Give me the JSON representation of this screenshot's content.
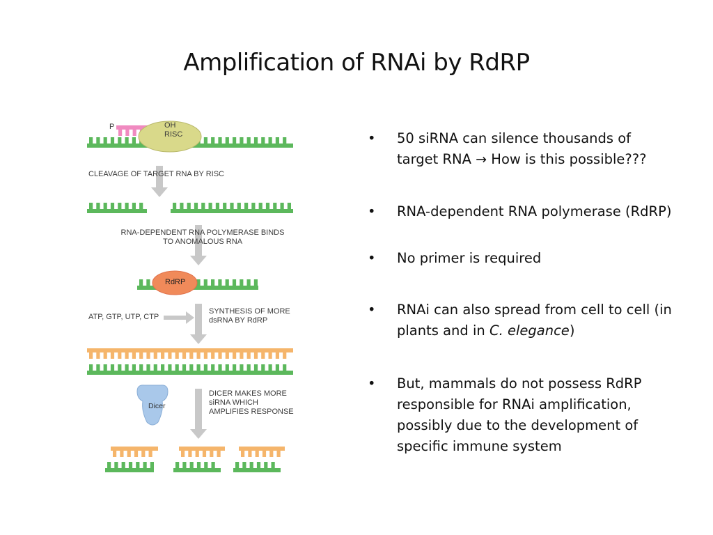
{
  "slide": {
    "title": "Amplification of RNAi by RdRP"
  },
  "figure": {
    "labels": {
      "p": "P",
      "oh": "OH",
      "risc": "RISC",
      "step_cleavage": "CLEAVAGE OF TARGET RNA BY RISC",
      "step_binds_line1": "RNA-DEPENDENT RNA POLYMERASE BINDS",
      "step_binds_line2": "TO ANOMALOUS RNA",
      "rdrp": "RdRP",
      "ntps": "ATP, GTP, UTP, CTP",
      "step_synthesis_line1": "SYNTHESIS OF MORE",
      "step_synthesis_line2": "dsRNA BY RdRP",
      "dicer": "Dicer",
      "step_dicer_line1": "DICER MAKES MORE",
      "step_dicer_line2": "siRNA WHICH",
      "step_dicer_line3": "AMPLIFIES RESPONSE"
    },
    "colors": {
      "target_rna": "#5cb85c",
      "sirna_guide": "#f08ac0",
      "new_strand": "#f5b56b",
      "risc": "#d9d98a",
      "rdrp": "#f08a5a",
      "dicer": "#a9c8ea",
      "arrow": "#c8c8c8"
    }
  },
  "bullets": [
    {
      "text_before": "50 siRNA can silence thousands of target RNA ",
      "arrow": "→",
      "text_after": " How is this possible???"
    },
    {
      "text": "RNA-dependent RNA polymerase (RdRP)"
    },
    {
      "text": "No primer is required"
    },
    {
      "text_before": "RNAi can also spread from cell to cell (in plants and in ",
      "italic": "C. elegance",
      "text_after": ")"
    },
    {
      "text": "But, mammals do not possess RdRP responsible for RNAi amplification, possibly due to the development of specific immune system"
    }
  ],
  "bullet_symbol": "•"
}
